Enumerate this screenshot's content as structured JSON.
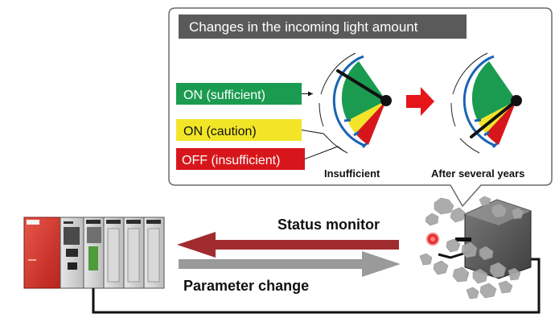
{
  "callout": {
    "title": "Changes in the incoming light amount",
    "legend": {
      "on_sufficient": "ON (sufficient)",
      "on_caution": "ON (caution)",
      "off_insufficient": "OFF (insufficient)"
    },
    "meter_left_caption": "Insufficient",
    "meter_right_caption": "After several years"
  },
  "arrows": {
    "status_monitor": "Status monitor",
    "parameter_change": "Parameter change"
  },
  "colors": {
    "sufficient": "#1a9b50",
    "caution": "#f2e528",
    "insufficient": "#d7161b",
    "scale_blue": "#1a64b4",
    "status_arrow": "#a12c30",
    "param_arrow": "#9a9a9a",
    "plc_red": "#d83a33",
    "title_bg": "#5a5a5a"
  }
}
